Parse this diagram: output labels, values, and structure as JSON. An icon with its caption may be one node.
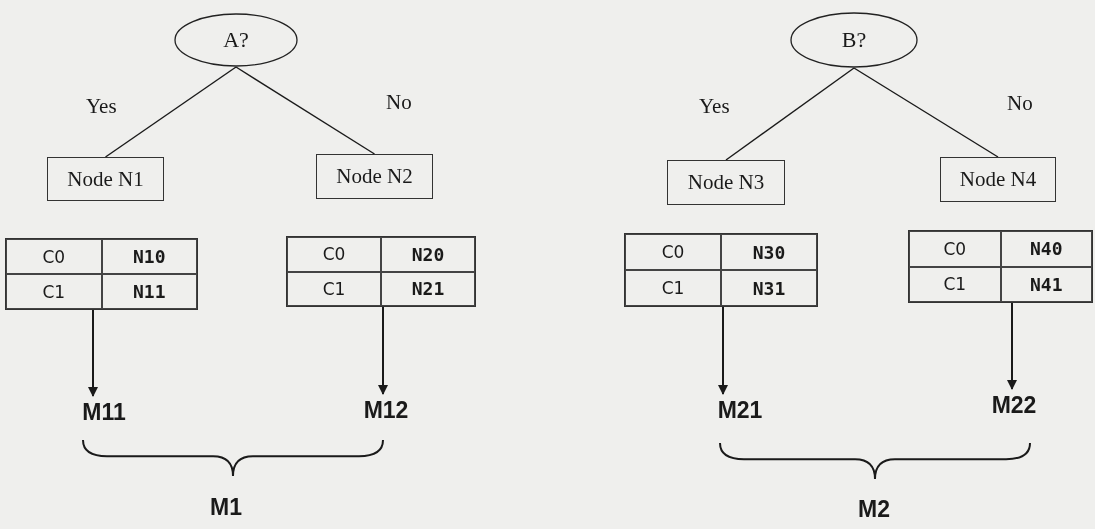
{
  "diagram": {
    "nodes": [
      {
        "text": [
          "A?"
        ]
      },
      {
        "text": [
          "Node N1"
        ]
      },
      {
        "text": [
          "Node N2"
        ]
      },
      {
        "text": [
          "C0",
          "N10",
          "C1",
          "N11"
        ]
      },
      {
        "text": [
          "C0",
          "N20",
          "C1",
          "N21"
        ]
      },
      {
        "text": [
          "M11"
        ]
      },
      {
        "text": [
          "M12"
        ]
      },
      {
        "text": [
          "B?"
        ]
      },
      {
        "text": [
          "Node N3"
        ]
      },
      {
        "text": [
          "Node N4"
        ]
      },
      {
        "text": [
          "C0",
          "N30",
          "C1",
          "N31"
        ]
      },
      {
        "text": [
          "C0",
          "N40",
          "C1",
          "N41"
        ]
      },
      {
        "text": [
          "M21"
        ]
      },
      {
        "text": [
          "M22"
        ]
      }
    ],
    "edges": [
      {
        "from": 0,
        "to": 1,
        "arrow": "none",
        "label": "Yes"
      },
      {
        "from": 0,
        "to": 2,
        "arrow": "none",
        "label": "No"
      },
      {
        "from": 3,
        "to": 5,
        "arrow": "to"
      },
      {
        "from": 4,
        "to": 6,
        "arrow": "to"
      },
      {
        "from": 7,
        "to": 8,
        "arrow": "none",
        "label": "Yes"
      },
      {
        "from": 7,
        "to": 9,
        "arrow": "none",
        "label": "No"
      },
      {
        "from": 10,
        "to": 12,
        "arrow": "to"
      },
      {
        "from": 11,
        "to": 13,
        "arrow": "to"
      }
    ],
    "labels": [
      "M1",
      "M2"
    ]
  }
}
